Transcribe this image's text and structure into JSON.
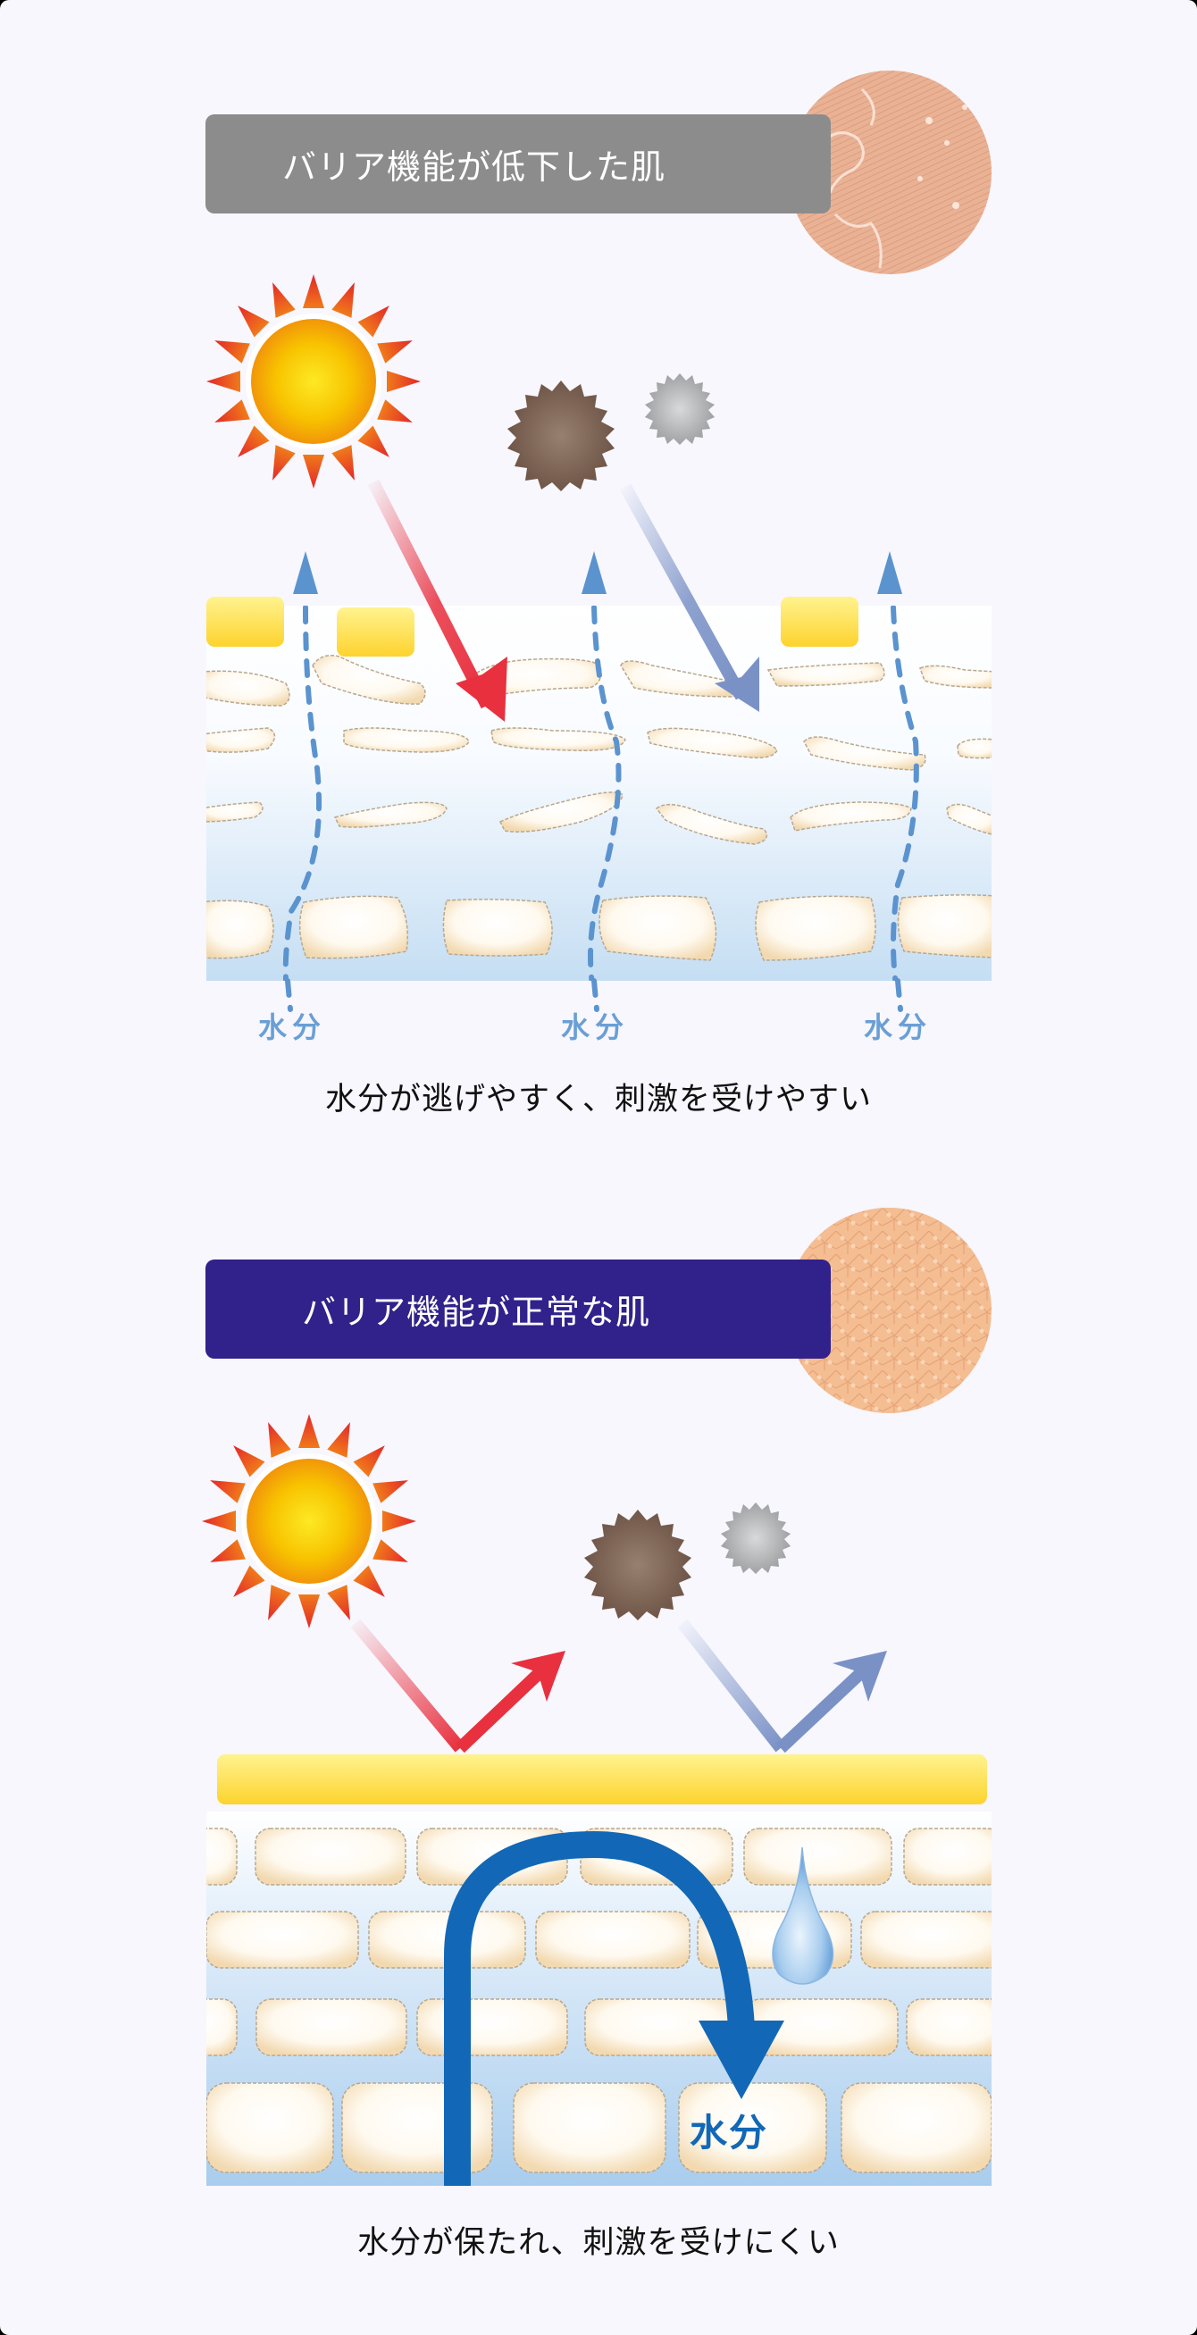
{
  "colors": {
    "page_background": "#f7f7fd",
    "impaired_header": "#8c8c8c",
    "healthy_header": "#31218a",
    "water_label": "#6a9fd6",
    "water_arrow_healthy": "#1268b6",
    "uv_arrow": "#e8303f",
    "dust_arrow": "#7a91c6",
    "barrier_yellow": "#ffe14d",
    "caption_text": "#111111"
  },
  "sections": [
    {
      "id": "impaired",
      "header": "バリア機能が低下した肌",
      "skin_photo": "dry-flaky-skin-closeup",
      "icons": [
        "sun-uv-icon",
        "dust-particle-brown-icon",
        "dust-particle-grey-icon"
      ],
      "water_labels": [
        "水分",
        "水分",
        "水分"
      ],
      "caption": "水分が逃げやすく、刺激を受けやすい"
    },
    {
      "id": "healthy",
      "header": "バリア機能が正常な肌",
      "skin_photo": "healthy-skin-closeup",
      "icons": [
        "sun-uv-icon",
        "dust-particle-brown-icon",
        "dust-particle-grey-icon",
        "water-droplet-icon"
      ],
      "water_label": "水分",
      "caption": "水分が保たれ、刺激を受けにくい"
    }
  ]
}
